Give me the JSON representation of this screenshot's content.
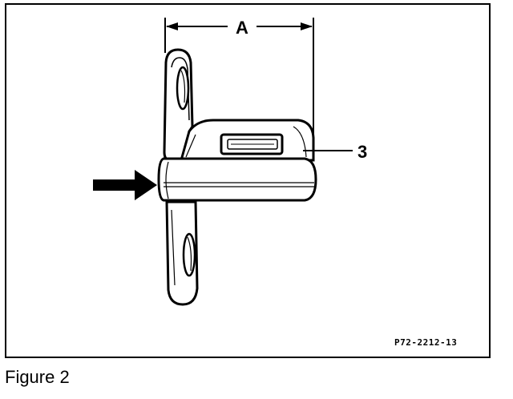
{
  "figure": {
    "caption": "Figure 2",
    "reference_code": "P72-2212-13"
  },
  "labels": {
    "dimension": "A",
    "part_number": "3"
  },
  "colors": {
    "ink": "#000000",
    "paper": "#ffffff"
  }
}
